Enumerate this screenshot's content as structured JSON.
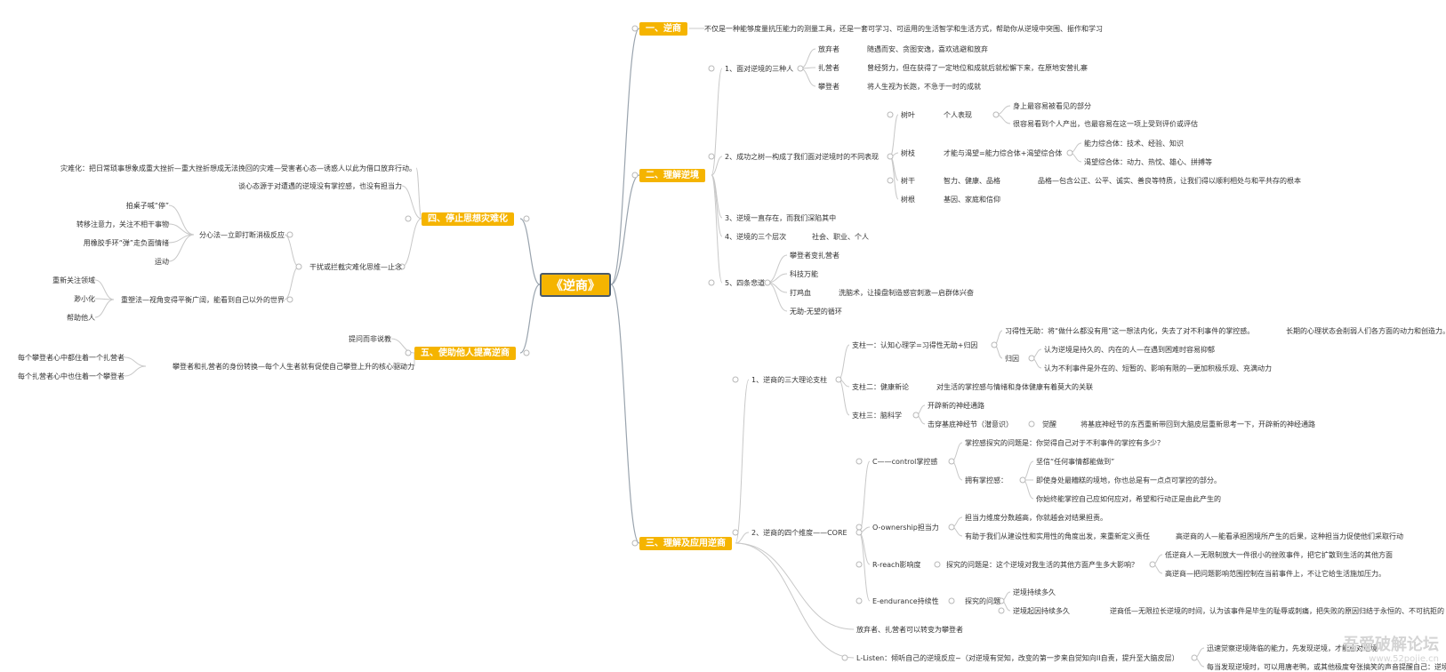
{
  "diagram": {
    "root": "《逆商》",
    "branches": {
      "b1": "一、逆商",
      "b2": "二、理解逆境",
      "b3": "三、理解及应用逆商",
      "b4": "四、停止思想灾难化",
      "b5": "五、使助他人提高逆商"
    },
    "nodes": {
      "b1_desc": "不仅是一种能够度量抗压能力的测量工具，还是一套可学习、可运用的生活智学和生活方式，帮助你从逆境中突围、振作和学习",
      "b2_1": "1、面对逆境的三种人",
      "b2_1a": "放弃者",
      "b2_1a_d": "随遇而安、贪图安逸，喜欢逃避和放弃",
      "b2_1b": "扎营者",
      "b2_1b_d": "曾经努力，但在获得了一定地位和成就后就松懈下来，在原地安营扎寨",
      "b2_1c": "攀登者",
      "b2_1c_d": "将人生视为长跑，不急于一时的成就",
      "b2_2": "2、成功之树—构成了我们面对逆境时的不同表现",
      "b2_2a": "树叶",
      "b2_2a1": "个人表现",
      "b2_2a1a": "身上最容易被看见的部分",
      "b2_2a1b": "很容易看到个人产出，也最容易在这一项上受到评价或评估",
      "b2_2b": "树枝",
      "b2_2b1": "才能与渴望=能力综合体+渴望综合体",
      "b2_2b1a": "能力综合体：技术、经验、知识",
      "b2_2b1b": "渴望综合体：动力、热忱、雄心、拼搏等",
      "b2_2c": "树干",
      "b2_2c1": "智力、健康、品格",
      "b2_2c1a": "品格—包含公正、公平、诚实、善良等特质，让我们得以顺利相处与和平共存的根本",
      "b2_2d": "树根",
      "b2_2d1": "基因、家庭和信仰",
      "b2_3": "3、逆境一直存在，而我们深陷其中",
      "b2_4": "4、逆境的三个层次",
      "b2_4a": "社会、职业、个人",
      "b2_5": "5、四条悲道",
      "b2_5a": "攀登者变扎营者",
      "b2_5b": "科技万能",
      "b2_5c": "打鸡血",
      "b2_5c1": "洗脑术，让操盘制造感官刺激—启群体兴奋",
      "b2_5d": "无助-无望的循环",
      "b3_1": "1、逆商的三大理论支柱",
      "b3_1a": "支柱一：认知心理学=习得性无助+归因",
      "b3_1a1": "习得性无助：将“做什么都没有用”这一想法内化，失去了对不利事件的掌控感。",
      "b3_1a1x": "长期的心理状态会削弱人们各方面的动力和创造力。",
      "b3_1a2": "归因",
      "b3_1a2a": "认为逆境是持久的、内在的人—在遇到困难时容易抑郁",
      "b3_1a2b": "认为不利事件是外在的、短暂的、影响有限的—更加积极乐观、充满动力",
      "b3_1b": "支柱二：健康新论",
      "b3_1b1": "对生活的掌控感与情绪和身体健康有着莫大的关联",
      "b3_1c": "支柱三：脑科学",
      "b3_1c1": "开辟新的神经通路",
      "b3_1c2": "击穿基底神经节（潜意识）",
      "b3_1c2a": "觉醒",
      "b3_1c2a1": "将基底神经节的东西重新带回到大脑皮层重新思考一下，开辟新的神经通路",
      "b3_2": "2、逆商的四个维度——CORE",
      "b3_2c": "C——control掌控感",
      "b3_2c1": "掌控感探究的问题是：你觉得自己对于不利事件的掌控有多少？",
      "b3_2c2": "拥有掌控感：",
      "b3_2c2a": "坚信“任何事情都能做到”",
      "b3_2c2b": "即使身处最糟糕的境地，你也总是有一点点可掌控的部分。",
      "b3_2c2c": "你始终能掌控自己应如何应对，希望和行动正是由此产生的",
      "b3_2o": "O-ownership担当力",
      "b3_2o1": "担当力维度分数越高，你就越会对结果担责。",
      "b3_2o2": "有助于我们从建设性和实用性的角度出发，来重新定义责任",
      "b3_2o2a": "高逆商的人—能看承担困境所产生的后果，这种担当力促使他们采取行动",
      "b3_2r": "R-reach影响度",
      "b3_2r1": "探究的问题是：这个逆境对我生活的其他方面产生多大影响？",
      "b3_2r1a": "低逆商人—无限制放大一件很小的挫败事件，把它扩散到生活的其他方面",
      "b3_2r1b": "高逆商—把问题影响范围控制在当前事件上，不让它给生活施加压力。",
      "b3_2e": "E-endurance持续性",
      "b3_2e1": "探究的问题",
      "b3_2e1a": "逆境持续多久",
      "b3_2e1b": "逆境起因持续多久",
      "b3_2e1b1": "逆商低—无限拉长逆境的时间，认为该事件是毕生的耻辱或刺痛，把失败的原因归结于永恒的、不可抗拒的",
      "b3_3a": "放弃者、扎营者可以转变为攀登者",
      "b3_3b": "L-Listen：倾听自己的逆境反应~（对逆境有觉知，改变的第一步来自觉知向II自责，提升至大脑皮层）",
      "b3_3b1": "迅速觉察逆境降临的能力，先发现逆境，才能应对逆境",
      "b3_3b2": "每当发现逆境时，可以用唐老鸭，或其他极度夸张搞笑的声音提醒自己：逆境",
      "b4a": "灾难化：把日常琐事想象成重大挫折—重大挫折想成无法挽回的灾难—受害者心态—诱惑人以此为借口放弃行动。",
      "b4b": "谈心态源于对遭遇的逆境没有掌控感，也没有担当力",
      "b4c": "干扰或拦截灾难化思维—止念",
      "b4c1": "分心法—立即打断消极反应",
      "b4c1a": "拍桌子喊“停”",
      "b4c1b": "转移注意力，关注不相干事物",
      "b4c1c": "用橡胶手环“弹”走负面情绪",
      "b4c1d": "运动",
      "b4c2": "重塑法—视角变得平衡广阔，能看到自己以外的世界",
      "b4c2a": "重新关注领域",
      "b4c2b": "渺小化",
      "b4c2c": "帮助他人",
      "b5a": "提问而非说教",
      "b5b": "攀登者和扎营者的身份转换—每个人生者就有促使自己攀登上升的核心驱动力",
      "b5b1": "每个攀登者心中都住着一个扎营者",
      "b5b2": "每个扎营者心中也住着一个攀登者"
    },
    "watermark": {
      "line1": "吾爱破解论坛",
      "line2": "www.52pojie.cn"
    },
    "colors": {
      "accent": "#f5b400",
      "root_border": "#4a5a6a",
      "line": "#c8c8c8",
      "text": "#333333"
    }
  }
}
